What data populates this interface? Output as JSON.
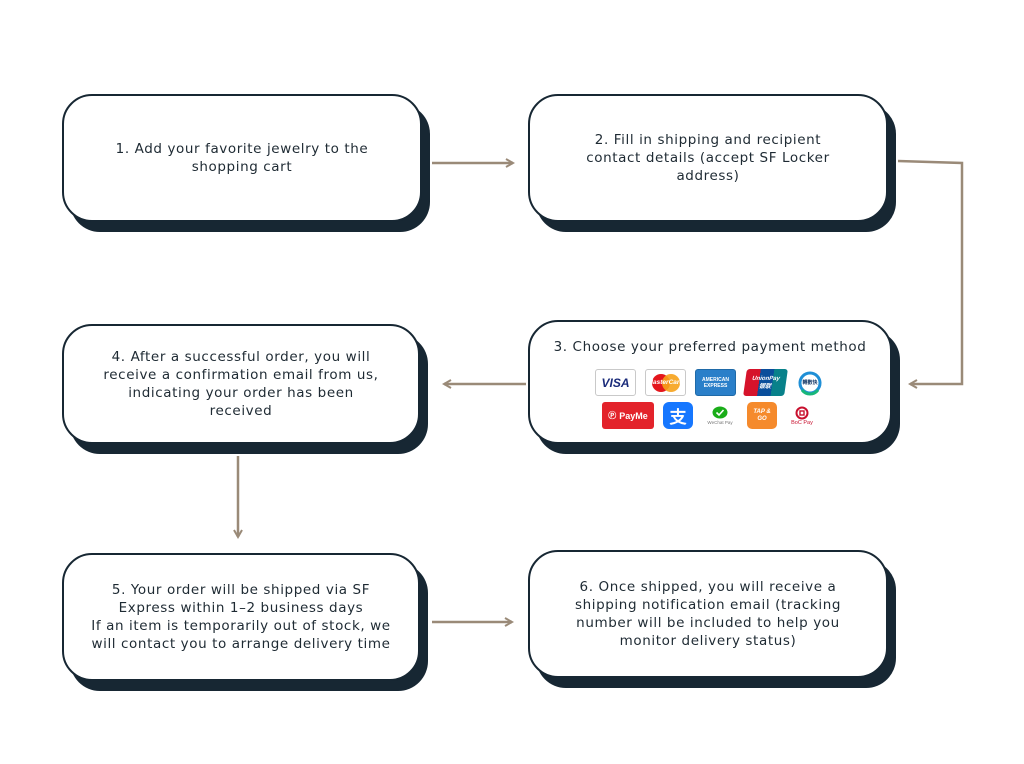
{
  "steps": {
    "s1": [
      "1. Add your favorite jewelry to the",
      "shopping cart"
    ],
    "s2": [
      "2. Fill in shipping and recipient",
      "contact details (accept SF Locker",
      "address)"
    ],
    "s3": [
      "3. Choose your preferred payment method"
    ],
    "s4": [
      "4. After a successful order, you will",
      "receive a confirmation email from us,",
      "indicating your order has been",
      "received"
    ],
    "s5": [
      "5. Your order will be shipped via SF",
      "Express within 1–2 business days",
      "If an item is temporarily out of stock, we",
      "will contact you to arrange delivery time"
    ],
    "s6": [
      "6. Once shipped, you will receive a",
      "shipping notification email (tracking",
      "number will be included to help you",
      "monitor delivery status)"
    ]
  },
  "payment_methods": {
    "row1": [
      {
        "name": "visa-logo",
        "label": "VISA"
      },
      {
        "name": "mastercard-logo",
        "label": "MasterCard"
      },
      {
        "name": "american-express-logo",
        "label": "AMERICAN EXPRESS"
      },
      {
        "name": "unionpay-logo",
        "label": "UnionPay 银联"
      },
      {
        "name": "fps-logo",
        "label": "轉數快"
      }
    ],
    "row2": [
      {
        "name": "payme-logo",
        "label": "PayMe"
      },
      {
        "name": "alipay-logo",
        "label": "支"
      },
      {
        "name": "wechat-pay-logo",
        "label": "WeChat Pay"
      },
      {
        "name": "octopus-logo",
        "label": "TAP & GO"
      },
      {
        "name": "boc-pay-logo",
        "label": "BoC Pay"
      }
    ]
  },
  "colors": {
    "card_border": "#172733",
    "arrow": "#9a8a78"
  }
}
